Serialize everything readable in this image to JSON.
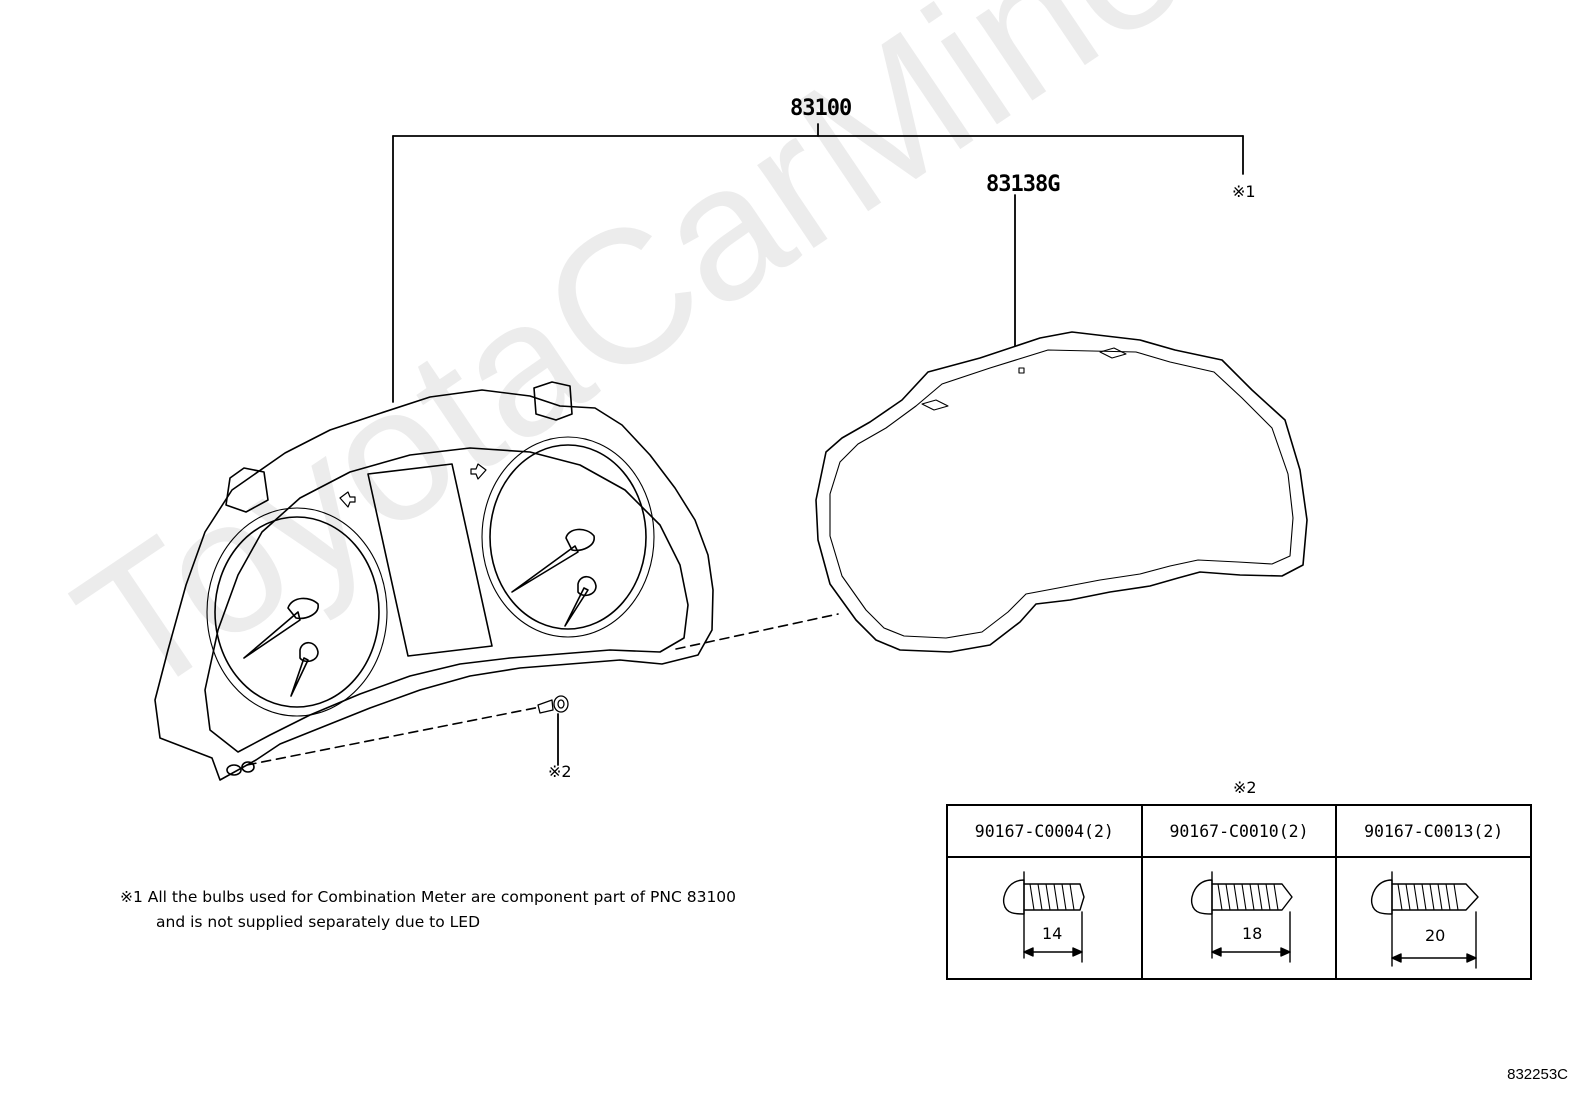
{
  "watermark": "ToyotaCarMine.ru",
  "labels": {
    "combination_meter": "83100",
    "glass": "83138G",
    "ref1": "※1",
    "ref2": "※2",
    "ref2_table": "※2"
  },
  "note": {
    "line1": "※1  All the bulbs used for Combination Meter are component part of PNC 83100",
    "line2": "and is not supplied separately due to LED"
  },
  "screws": [
    {
      "part": "90167-C0004(2)",
      "length": "14"
    },
    {
      "part": "90167-C0010(2)",
      "length": "18"
    },
    {
      "part": "90167-C0013(2)",
      "length": "20"
    }
  ],
  "illustration_code": "832253C"
}
